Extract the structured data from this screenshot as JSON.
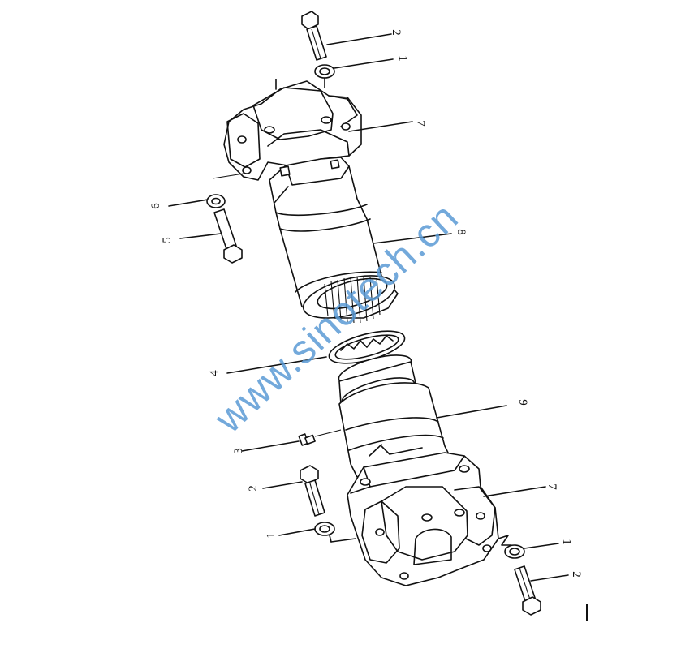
{
  "diagram": {
    "watermark": "www.sinotech.cn",
    "callouts": {
      "c1_top": "1",
      "c2_top": "2",
      "c7_top": "7",
      "c6": "6",
      "c5": "5",
      "c8": "8",
      "c4": "4",
      "c9": "9",
      "c3": "3",
      "c2_mid": "2",
      "c1_mid": "1",
      "c7_bot": "7",
      "c1_bot": "1",
      "c2_bot": "2"
    }
  }
}
